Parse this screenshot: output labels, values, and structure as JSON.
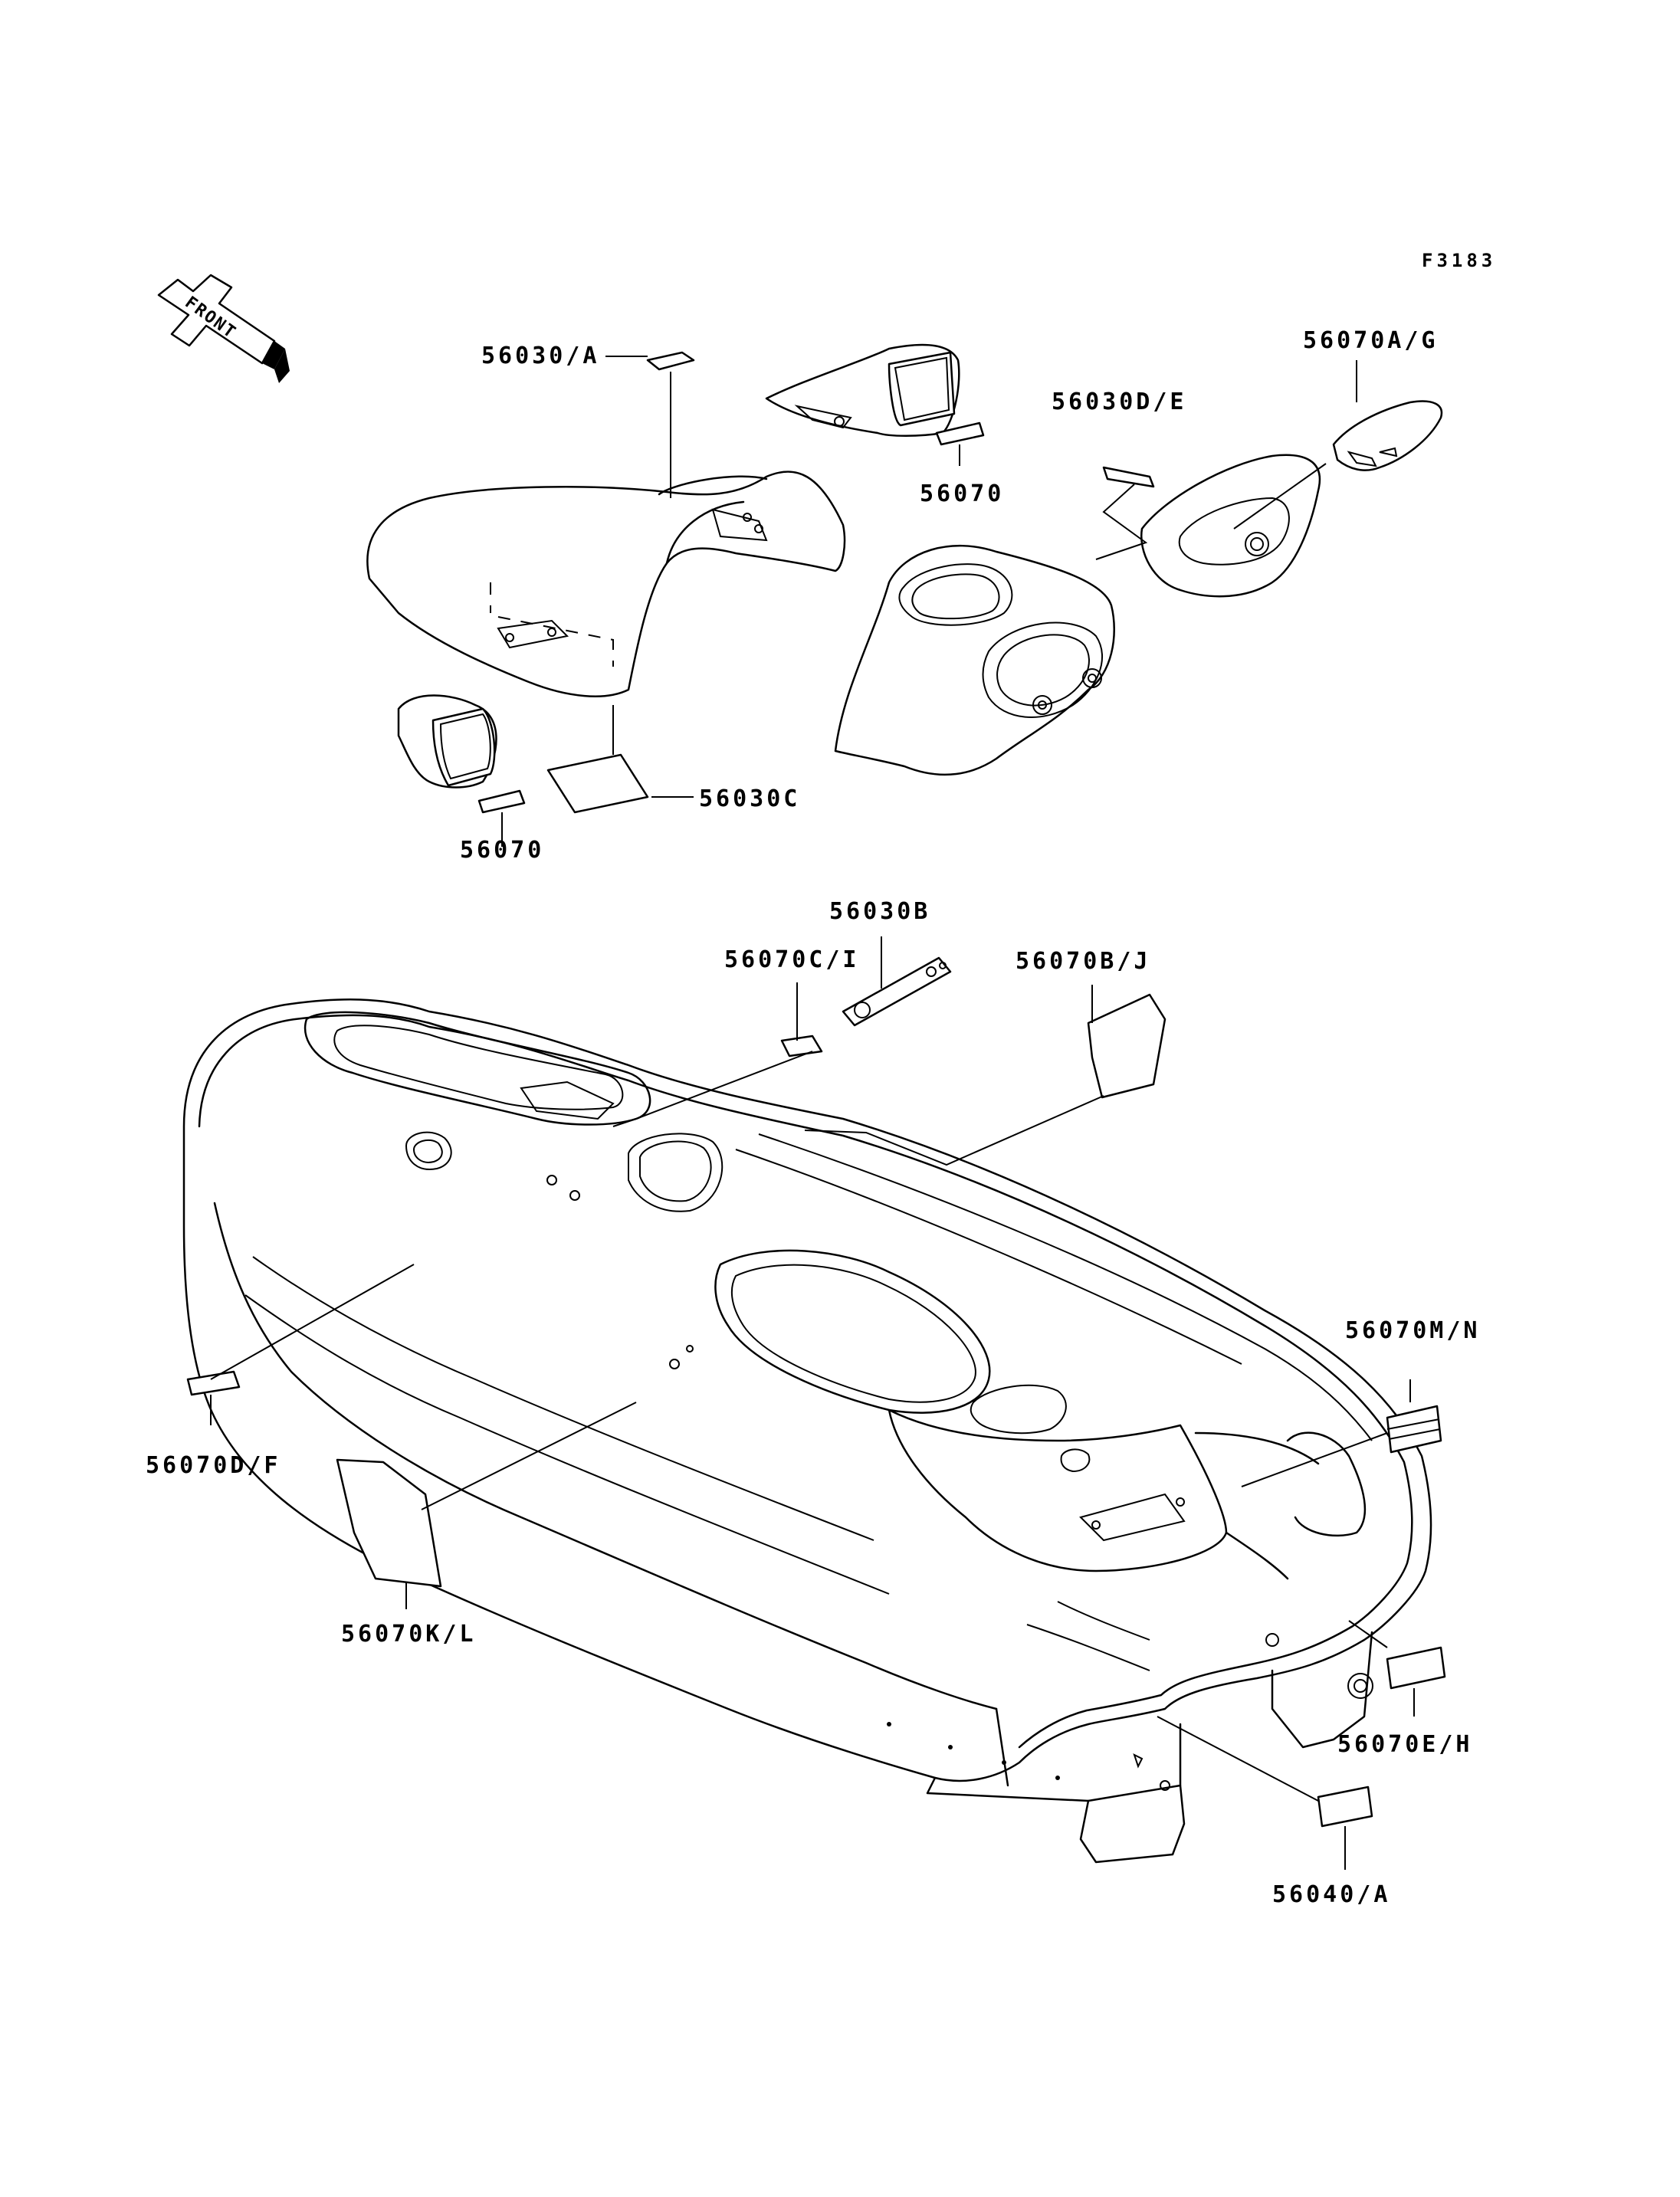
{
  "figure_id": "F3183",
  "front_indicator": "FRONT",
  "labels": {
    "p56030_a": "56030/A",
    "p56070a_g": "56070A/G",
    "p56030d_e": "56030D/E",
    "p56070_top": "56070",
    "p56070_left": "56070",
    "p56030c": "56030C",
    "p56030b": "56030B",
    "p56070c_i": "56070C/I",
    "p56070b_j": "56070B/J",
    "p56070m_n": "56070M/N",
    "p56070d_f": "56070D/F",
    "p56070k_l": "56070K/L",
    "p56070e_h": "56070E/H",
    "p56040_a": "56040/A"
  }
}
